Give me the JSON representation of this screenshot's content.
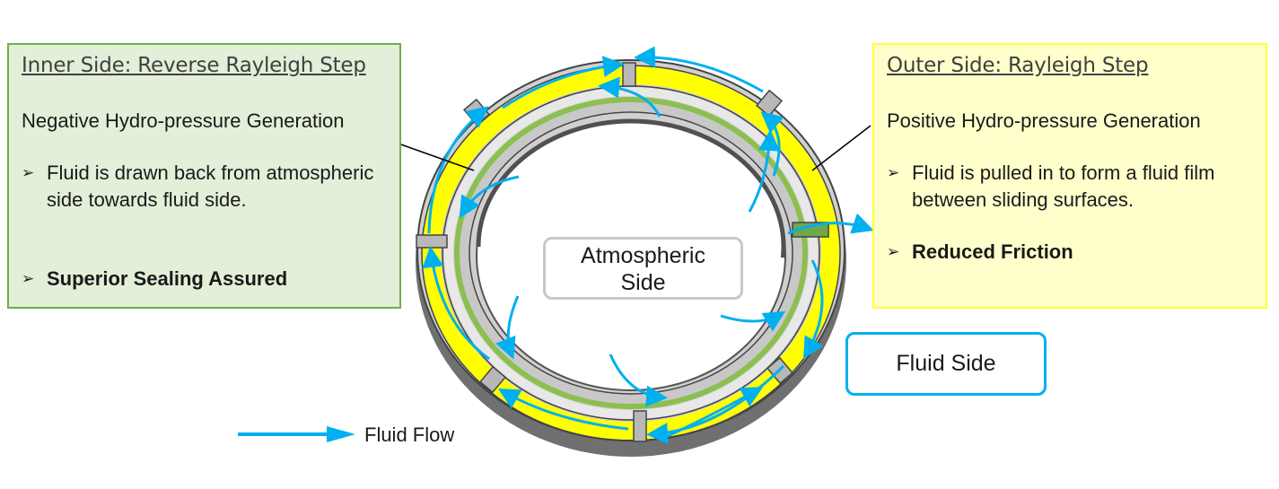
{
  "inner_side": {
    "title": "Inner Side: Reverse Rayleigh Step",
    "subtitle": "Negative Hydro-pressure Generation",
    "bullets": [
      {
        "text": "Fluid is drawn back from atmospheric side towards fluid side."
      },
      {
        "text": "Superior Sealing Assured"
      }
    ]
  },
  "outer_side": {
    "title": "Outer Side: Rayleigh Step",
    "subtitle": "Positive Hydro-pressure Generation",
    "bullets": [
      {
        "text": "Fluid is pulled in to form a fluid film between sliding surfaces."
      },
      {
        "text": "Reduced Friction"
      }
    ]
  },
  "center_labels": {
    "atmospheric": "Atmospheric Side",
    "fluid": "Fluid Side"
  },
  "legend": {
    "label": "Fluid Flow"
  },
  "bullet_glyph": "➢",
  "colors": {
    "inner_panel_bg": "#e2efd9",
    "inner_panel_border": "#70ad47",
    "outer_panel_bg": "#ffffcc",
    "outer_panel_border": "#ffff33",
    "flow_arrow": "#00b0f0",
    "groove_outer": "#ffff00",
    "groove_inner": "#70ad47"
  }
}
